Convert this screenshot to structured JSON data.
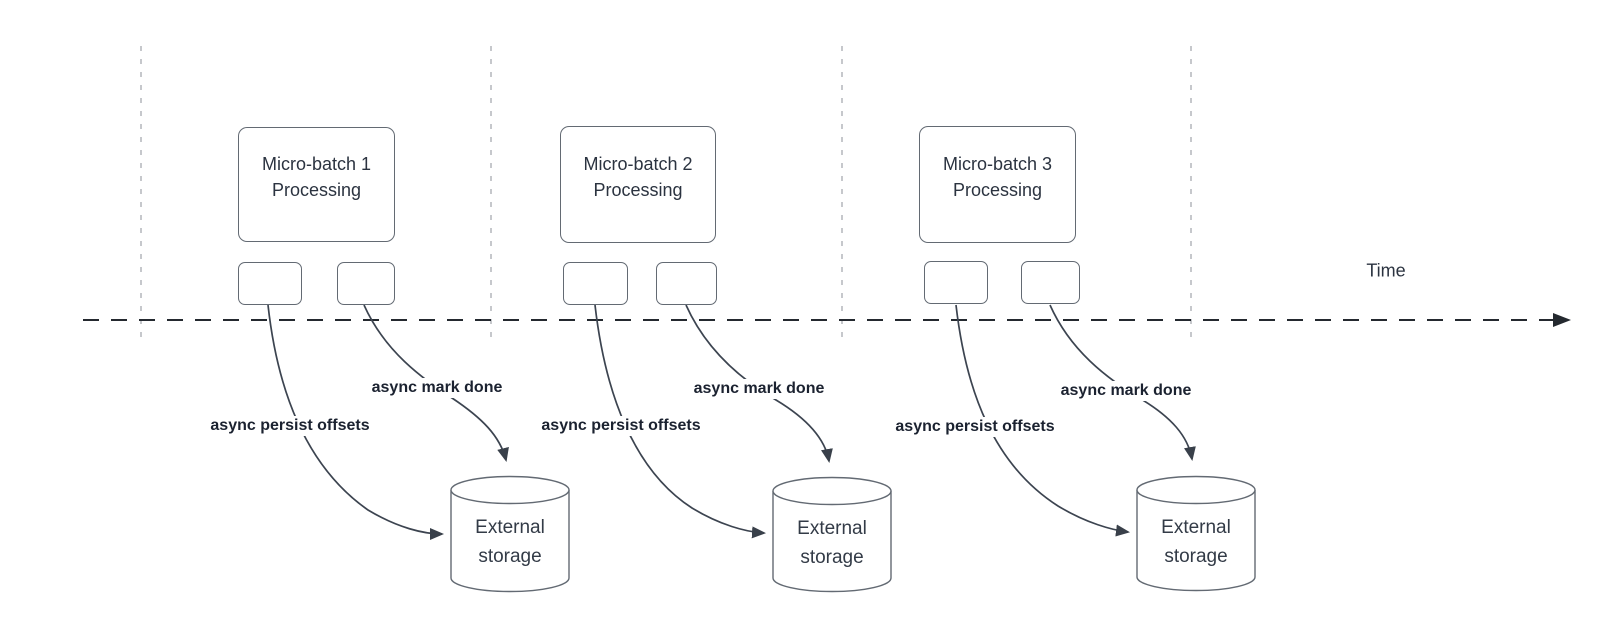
{
  "time_axis": {
    "label": "Time"
  },
  "sections": [
    {
      "title": "Micro-batch 1 Processing",
      "persist_label": "async persist offsets",
      "mark_label": "async mark done",
      "storage_label": "External storage"
    },
    {
      "title": "Micro-batch 2 Processing",
      "persist_label": "async persist offsets",
      "mark_label": "async mark done",
      "storage_label": "External storage"
    },
    {
      "title": "Micro-batch 3 Processing",
      "persist_label": "async persist offsets",
      "mark_label": "async mark done",
      "storage_label": "External storage"
    }
  ],
  "colors": {
    "background": "#ffffff",
    "box_border": "#636a73",
    "box_text": "#2b3340",
    "arrow_line": "#3c4450",
    "arrow_label_text": "#1b2230",
    "timeline": "#24292f",
    "divider_dash": "#aeb1b7"
  }
}
